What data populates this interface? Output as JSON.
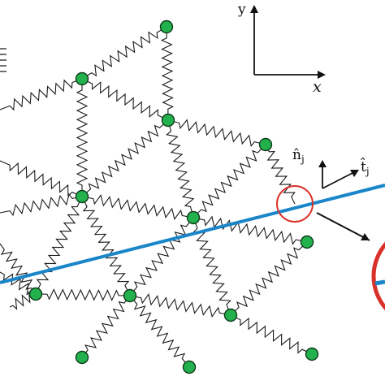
{
  "axes": {
    "x_label": "x",
    "y_label": "y"
  },
  "local_frame": {
    "normal_label": "n̂",
    "normal_sub": "j",
    "tangent_label": "t̂",
    "tangent_sub": "j"
  },
  "colors": {
    "node_fill": "#22b14c",
    "interface_line": "#1a86c9",
    "highlight_circle": "#d9302a",
    "spring": "#1a1a1a"
  }
}
